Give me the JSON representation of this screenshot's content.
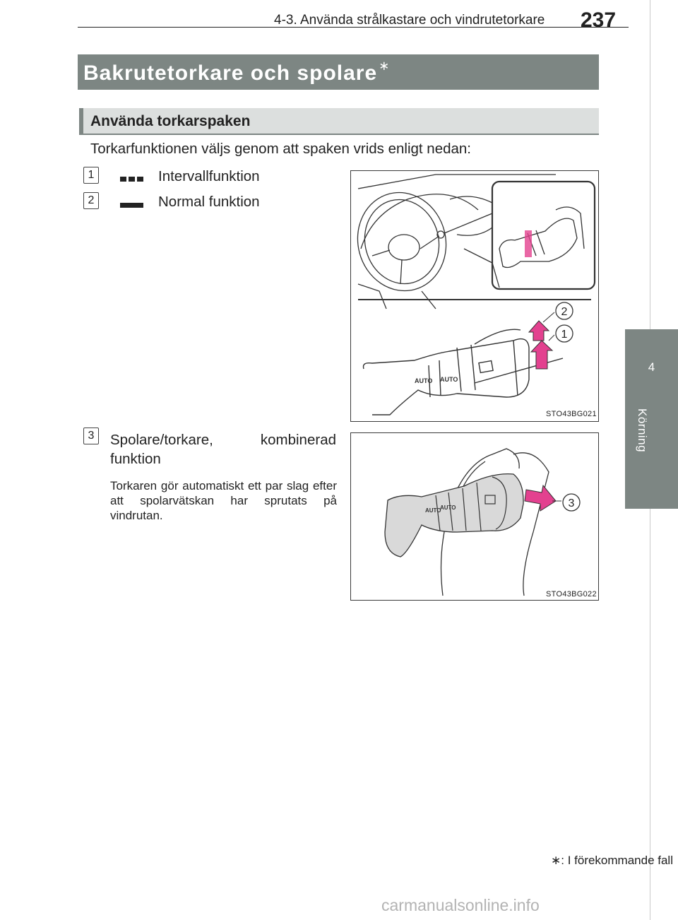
{
  "header": {
    "title": "4-3. Använda strålkastare och vindrutetorkare",
    "page_number": "237"
  },
  "side_tab": {
    "number": "4",
    "label": "Körning"
  },
  "section": {
    "title": "Bakrutetorkare och spolare",
    "asterisk": "∗"
  },
  "subsection": {
    "title": "Använda torkarspaken"
  },
  "intro": "Torkarfunktionen väljs genom att spaken vrids enligt nedan:",
  "items": [
    {
      "number": "1",
      "icon": "dashed-bar-icon",
      "label": "Intervallfunktion"
    },
    {
      "number": "2",
      "icon": "solid-bar-icon",
      "label": "Normal funktion"
    },
    {
      "number": "3",
      "label_line1": "Spolare/torkare, kombinerad",
      "label_line2": "funktion",
      "description": "Torkaren gör automatiskt ett par slag efter att spolarvätskan har sprutats på vindrutan."
    }
  ],
  "figures": [
    {
      "code": "STO43BG021",
      "callouts": [
        "2",
        "1"
      ],
      "switch_label": "AUTO"
    },
    {
      "code": "STO43BG022",
      "callouts": [
        "3"
      ],
      "switch_label": "AUTO"
    }
  ],
  "footnote": "∗: I förekommande fall",
  "watermark": "carmanualsonline.info"
}
